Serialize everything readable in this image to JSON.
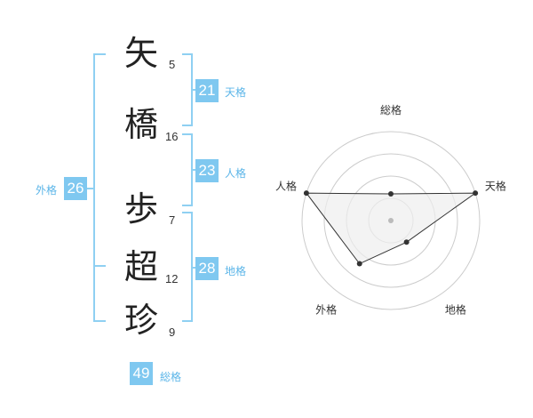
{
  "name": [
    {
      "char": "矢",
      "strokes": "5"
    },
    {
      "char": "橋",
      "strokes": "16"
    },
    {
      "char": "歩",
      "strokes": "7"
    },
    {
      "char": "超",
      "strokes": "12"
    },
    {
      "char": "珍",
      "strokes": "9"
    }
  ],
  "kaku": {
    "ten": {
      "value": "21",
      "label": "天格"
    },
    "jin": {
      "value": "23",
      "label": "人格"
    },
    "chi": {
      "value": "28",
      "label": "地格"
    },
    "gai": {
      "value": "26",
      "label": "外格"
    },
    "so": {
      "value": "49",
      "label": "総格"
    }
  },
  "chart_data": {
    "type": "radar",
    "axes": [
      "総格",
      "天格",
      "地格",
      "外格",
      "人格"
    ],
    "values": [
      0.3,
      1.0,
      0.3,
      0.6,
      1.0
    ],
    "rings": 4,
    "colors": {
      "fill": "#eeeeee",
      "stroke": "#333333",
      "grid": "#cccccc"
    }
  }
}
